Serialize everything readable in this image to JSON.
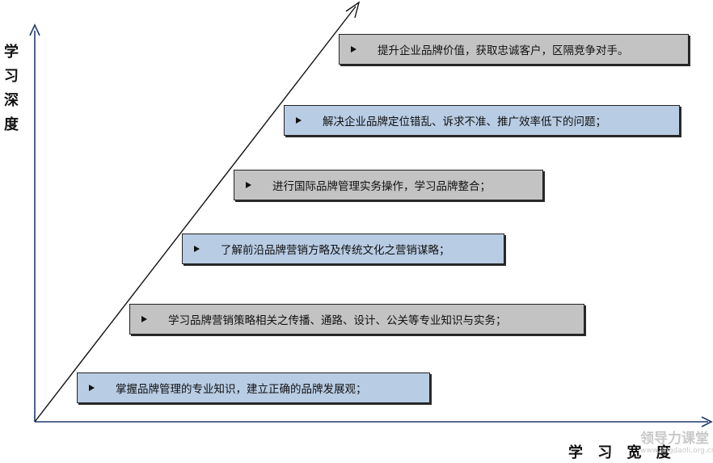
{
  "y_axis_label": [
    "学",
    "习",
    "深",
    "度"
  ],
  "x_axis_label": "学 习 宽 度",
  "watermark": {
    "main": "领导力课堂",
    "sub": "www.lingdaoli.org.cn"
  },
  "colors": {
    "gray_box": "#c3c3c3",
    "blue_box": "#b8cce4",
    "axis_blue": "#1f3a6e"
  },
  "steps": [
    {
      "text": "提升企业品牌价值，获取忠诚客户，区隔竞争对手。",
      "fill": "gray"
    },
    {
      "text": "解决企业品牌定位错乱、诉求不准、推广效率低下的问题；",
      "fill": "blue"
    },
    {
      "text": "进行国际品牌管理实务操作，学习品牌整合；",
      "fill": "gray"
    },
    {
      "text": "了解前沿品牌营销方略及传统文化之营销谋略；",
      "fill": "blue"
    },
    {
      "text": "学习品牌营销策略相关之传播、通路、设计、公关等专业知识与实务；",
      "fill": "gray"
    },
    {
      "text": "掌握品牌管理的专业知识，建立正确的品牌发展观；",
      "fill": "blue"
    }
  ]
}
